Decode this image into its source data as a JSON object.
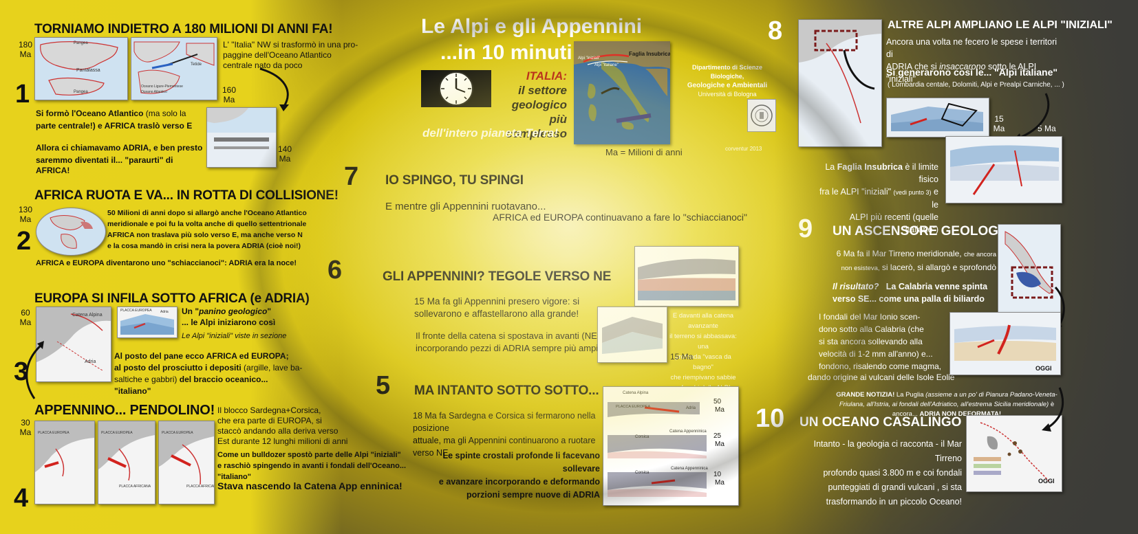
{
  "title": {
    "line1": "Le Alpi e gli Appennini",
    "line2": "...in 10 minuti"
  },
  "italia": {
    "l1": "ITALIA:",
    "l2": "il settore",
    "l3": "geologico",
    "l4": "più complesso",
    "l5": "dell'intero pianeta Terra!"
  },
  "ma_note": "Ma = Milioni di anni",
  "map_labels": {
    "faglia": "Faglia Insubrica",
    "alpi_iniziali": "Alpi \"iniziali\"",
    "alpi_italiane": "Alpi \"italiane\""
  },
  "university": {
    "l1": "Dipartimento di Scienze Biologiche,",
    "l2": "Geologiche e Ambientali",
    "l3": "Università di Bologna"
  },
  "credit": "corventur 2013",
  "s1": {
    "number": "1",
    "heading": "TORNIAMO INDIETRO A 180 MILIONI DI ANNI FA!",
    "ma180": "180",
    "ma_unit": "Ma",
    "ma160": "160",
    "ma140": "140",
    "t1": "L' \"Italia\" NW si trasformò in una pro-",
    "t2": "paggine dell'Oceano Atlantico",
    "t3": "centrale nato da poco",
    "t4": "Si formò l'Oceano Atlantico",
    "t4b": "(ma solo la",
    "t5": "parte centrale!)",
    "t5b": "e AFRICA traslò verso E",
    "t6": "Allora  ci chiamavamo ADRIA,  e ben presto",
    "t7": "saremmo diventati il... \"paraurti\" di AFRICA!",
    "fig": {
      "pangea": "Pangea",
      "pantalassa": "Pantalassa",
      "tetide": "Tetide",
      "oc_ligure": "Oceano Ligure-Piemontese",
      "oc_atlantico": "Oceano Atlantico"
    }
  },
  "s2": {
    "number": "2",
    "heading": "AFRICA RUOTA E VA... IN ROTTA DI COLLISIONE!",
    "ma": "130",
    "t1": "50 Milioni di anni dopo si allargò anche l'Oceano Atlantico",
    "t2": "meridionale e poi fu la volta anche di quello settentrionale",
    "t3": "AFRICA non traslava più solo verso E, ma anche verso N",
    "t4": "e la cosa mandò in crisi nera la povera ADRIA (cioè noi!)",
    "t5": "AFRICA e EUROPA diventarono uno \"schiaccianoci\": ADRIA era la noce!"
  },
  "s3": {
    "number": "3",
    "heading": "EUROPA SI INFILA SOTTO AFRICA (e ADRIA)",
    "ma": "60",
    "t1a": "Un \"",
    "t1b": "panino geologico",
    "t1c": "\"",
    "t2": "... le Alpi iniziarono così",
    "t3": "Le Alpi \"iniziali\" viste in sezione",
    "t4": "Al posto del pane ecco  AFRICA  ed  EUROPA;",
    "t5": "al posto del prosciutto i depositi",
    "t5b": "(argille, lave ba-",
    "t6": "saltiche e gabbri)",
    "t6b": "del braccio  oceanico...  \"italiano\"",
    "fig": {
      "catena": "Catena Alpina",
      "adria": "Adria",
      "placca_eu": "PLACCA EUROPEA",
      "adria2": "Adria"
    }
  },
  "s4": {
    "number": "4",
    "heading": "APPENNINO... PENDOLINO!",
    "ma": "30",
    "t1": "Il blocco Sardegna+Corsica,",
    "t2": "che era parte di EUROPA, si",
    "t3": "staccò andando alla deriva verso",
    "t4": "Est durante 12  lunghi  milioni di anni",
    "t5": "Come un bulldozer spostò parte delle Alpi \"iniziali\"",
    "t6": "e raschiò spingendo in avanti i fondali dell'Oceano...  \"italiano\"",
    "t7": "Stava nascendo la Catena App enninica!",
    "fig": {
      "pe": "PLACCA EUROPEA",
      "pa": "PLACCA AFRICANA"
    }
  },
  "s5": {
    "number": "5",
    "heading": "MA INTANTO SOTTO SOTTO...",
    "t1": "18 Ma fa Sardegna e Corsica si fermarono nella posizione",
    "t2": "attuale, ma gli Appennini continuarono a ruotare verso NE",
    "t3": "Le spinte crostali profonde li facevano sollevare",
    "t4": "e avanzare incorporando e deformando",
    "t5": "porzioni sempre nuove di ADRIA",
    "fig": {
      "ca": "Catena Alpina",
      "pe": "PLACCA EUROPEA",
      "adria": "Adria",
      "ma50": "50",
      "ma25": "25",
      "ma10": "10",
      "mu": "Ma",
      "corsica": "Corsica",
      "cap": "Catena Appenninica"
    }
  },
  "s6": {
    "number": "6",
    "heading": "GLI  APPENNINI? TEGOLE VERSO NE",
    "t1": "15 Ma fa gli Appennini presero vigore: si",
    "t2": "sollevarono e  affastellarono alla grande!",
    "t3": "Il fronte della catena si spostava in avanti (NE)",
    "t4": "incorporando pezzi di ADRIA sempre più ampi",
    "w1": "E davanti alla catena avanzante",
    "w2": "il terreno si abbassava: una",
    "w3": "profonda \"vasca da bagno\"",
    "w4": "che riempivano sabbie",
    "w5": "e fanghi dalle ALPI",
    "ma": "15 Ma"
  },
  "s7": {
    "number": "7",
    "heading": "IO SPINGO, TU SPINGI",
    "t1": "E  mentre gli Appennini ruotavano...",
    "t2": "AFRICA ed EUROPA continuavano a fare  lo \"schiaccianoci\""
  },
  "s8": {
    "number": "8",
    "heading": "ALTRE ALPI AMPLIANO LE ALPI \"INIZIALI\"",
    "t1": "Ancora una volta ne fecero  le spese  i territori di",
    "t2a": "ADRIA che si ",
    "t2b": "insaccarono",
    "t2c": " sotto le ALPI \"iniziali\"",
    "t3": "Si generarono così le... \"Alpi italiane\"",
    "t4": "( Lombardia centale, Dolomiti, Alpi e Prealpi Carniche, ... )",
    "ma15": "15",
    "ma5": "5 Ma",
    "mu": "Ma",
    "t5a": "La ",
    "t5b": "Faglia Insubrica",
    "t5c": " è il limite fisico",
    "t6": "fra le ALPI \"iniziali\"",
    "t6b": "(vedi punto 3)",
    "t6c": "e le",
    "t7": "ALPI più recenti",
    "t7b": "(quelle \"italiane\")"
  },
  "s9": {
    "number": "9",
    "heading": "UN ASCENSORE GEOLOGICO!",
    "t1": "6 Ma fa il Mar Tirreno meridionale,",
    "t1b": "che ancora",
    "t2": "non esisteva,",
    "t2b": "si lacerò, si allargò  e sprofondò",
    "t3a": "Il risultato?",
    "t3b": "La Calabria venne spinta",
    "t4": "verso  SE...  come una palla di biliardo",
    "t5": "I fondali  del Mar Ionio scen-",
    "t6": "dono  sotto  alla Calabria (che",
    "t7": "si sta  ancora sollevando alla",
    "t8": "velocità  di 1-2 mm all'anno) e...",
    "t9": "fondono, risalendo come magma,",
    "t10": "dando origine  ai vulcani delle Isole Eolie",
    "oggi": "OGGI"
  },
  "notice": {
    "a": "GRANDE NOTIZIA!",
    "b": "La Puglia",
    "c": "(assieme a un po' di Pianura Padano-Veneta-Friulana, all'Istria,",
    "d": "ai fondali dell'Adriatico, all'estrema Sicilia meridionale)",
    "e": "è ancora...",
    "f": "ADRIA NON DEFORMATA!"
  },
  "s10": {
    "number": "10",
    "heading": "UN OCEANO CASALINGO",
    "t1": "Intanto - la geologia ci racconta - il Mar Tirreno",
    "t2": "profondo  quasi 3.800 m  e coi fondali",
    "t3": "punteggiati di grandi vulcani ,  si sta",
    "t4": "trasformando  in un piccolo Oceano!",
    "oggi": "OGGI"
  },
  "colors": {
    "sea": "#bfd8ec",
    "land": "#d9d9d9",
    "plate": "#b3262a",
    "arrow": "#d2231e",
    "bg_yellow": "#e6d21c"
  },
  "icons": [
    "clock-icon",
    "curved-arrow-icon",
    "university-seal-icon"
  ]
}
